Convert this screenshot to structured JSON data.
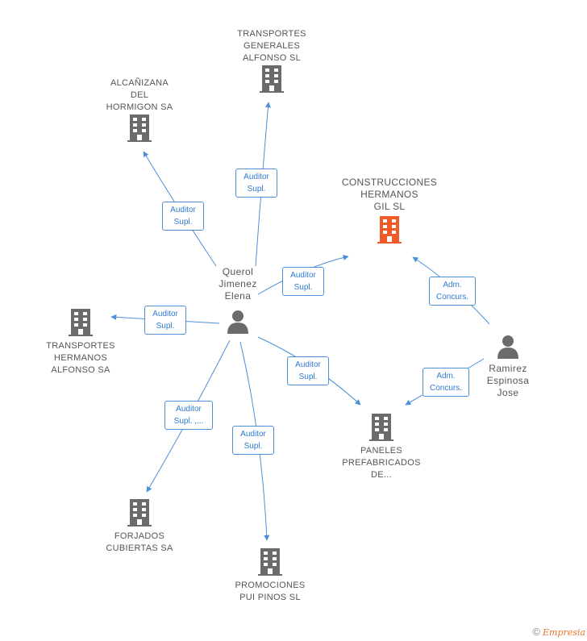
{
  "companies": {
    "transportes_generales": "TRANSPORTES\nGENERALES\nALFONSO SL",
    "alcanizana": "ALCAÑIZANA\nDEL\nHORMIGON SA",
    "construcciones": "CONSTRUCCIONES\nHERMANOS\nGIL SL",
    "transportes_hermanos": "TRANSPORTES\nHERMANOS\nALFONSO SA",
    "paneles": "PANELES\nPREFABRICADOS\nDE...",
    "forjados": "FORJADOS\nCUBIERTAS SA",
    "promociones": "PROMOCIONES\nPUI PINOS SL"
  },
  "people": {
    "querol": "Querol\nJimenez\nElena",
    "ramirez": "Ramirez\nEspinosa\nJose"
  },
  "relations": {
    "auditor_1": [
      "Auditor",
      "Supl."
    ],
    "auditor_2": [
      "Auditor",
      "Supl."
    ],
    "auditor_3": [
      "Auditor",
      "Supl."
    ],
    "auditor_4": [
      "Auditor",
      "Supl."
    ],
    "auditor_5": [
      "Auditor",
      "Supl."
    ],
    "auditor_6": [
      "Auditor",
      "Supl. ,..."
    ],
    "auditor_7": [
      "Auditor",
      "Supl."
    ],
    "adm_1": [
      "Adm.",
      "Concurs."
    ],
    "adm_2": [
      "Adm.",
      "Concurs."
    ]
  },
  "footer": {
    "copyright": "©",
    "brand": "Empresia"
  },
  "colors": {
    "edge": "#4a90d9",
    "building": "#6b6b6b",
    "highlight": "#f05a28",
    "person": "#6b6b6b"
  },
  "icons": {
    "company": "building-icon",
    "person": "person-icon"
  }
}
